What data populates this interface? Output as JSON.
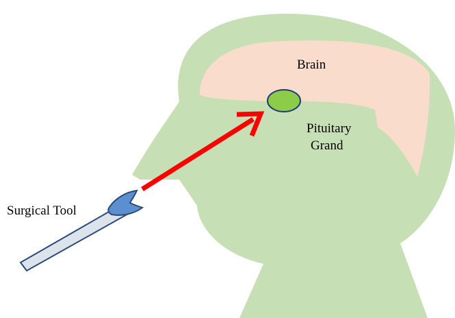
{
  "labels": {
    "brain": "Brain",
    "pituitary_line1": "Pituitary",
    "pituitary_line2": "Grand",
    "tool": "Surgical Tool"
  },
  "colors": {
    "head_fill": "#c6dfb4",
    "brain_fill": "#f9dccb",
    "pituitary_fill": "#8ccc48",
    "pituitary_stroke": "#1f3a7a",
    "arrow": "#ff0000",
    "tool_fill": "#dde3ea",
    "tool_stroke": "#2a4a7a",
    "tool_tip_fill": "#5b8fd0"
  },
  "icons": {
    "arrow": "arrow-icon",
    "tool": "surgical-tool-icon"
  }
}
